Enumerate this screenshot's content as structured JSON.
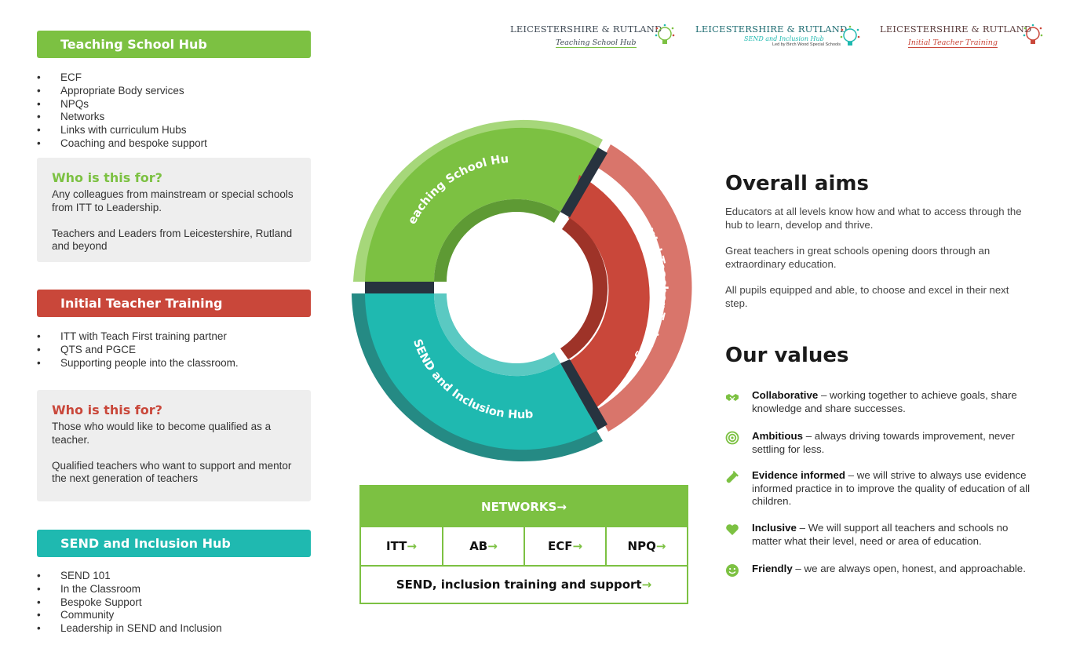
{
  "colors": {
    "green": "#7cc142",
    "red": "#c9473a",
    "teal": "#1fb9b0",
    "dark": "#27333f"
  },
  "left": {
    "tsh": {
      "title": "Teaching School Hub",
      "items": [
        "ECF",
        "Appropriate Body services",
        "NPQs",
        "Networks",
        "Links with curriculum Hubs",
        "Coaching and bespoke support"
      ],
      "who_title": "Who is this for?",
      "who_p1": "Any colleagues from mainstream or special schools from ITT to Leadership.",
      "who_p2": "Teachers and Leaders from Leicestershire, Rutland and beyond"
    },
    "itt": {
      "title": "Initial Teacher Training",
      "items": [
        "ITT with Teach First training partner",
        "QTS and PGCE",
        "Supporting people into the classroom."
      ],
      "who_title": "Who is this for?",
      "who_p1": "Those who would like to become qualified as a teacher.",
      "who_p2": "Qualified teachers who want to support and mentor the next generation of teachers"
    },
    "send": {
      "title": "SEND and Inclusion Hub",
      "items": [
        "SEND 101",
        "In the Classroom",
        "Bespoke Support",
        "Community",
        "Leadership in SEND and Inclusion"
      ]
    }
  },
  "logos": [
    {
      "line1": "LEICESTERSHIRE & RUTLAND",
      "line2": "Teaching School Hub"
    },
    {
      "line1": "LEICESTERSHIRE & RUTLAND",
      "line2": "SEND and Inclusion Hub",
      "line3": "Led by Birch Wood Special Schools"
    },
    {
      "line1": "LEICESTERSHIRE & RUTLAND",
      "line2": "Initial Teacher Training"
    }
  ],
  "ring": {
    "tsh": "Teaching School Hub",
    "itt": "Initial Teacher Training",
    "send": "SEND and Inclusion Hub"
  },
  "grid": {
    "networks": "NETWORKS",
    "cells": [
      "ITT",
      "AB",
      "ECF",
      "NPQ"
    ],
    "send": "SEND, inclusion training and support",
    "arrow": "→"
  },
  "aims": {
    "title": "Overall aims",
    "p1": "Educators at all levels know how and what to access through the hub to learn, develop and thrive.",
    "p2": "Great teachers in great schools opening doors through an extraordinary education.",
    "p3": "All pupils equipped and able, to choose and excel in their next step."
  },
  "values": {
    "title": "Our values",
    "items": [
      {
        "icon": "handshake-icon",
        "name": "Collaborative",
        "text": " – working together to achieve goals, share knowledge  and share successes."
      },
      {
        "icon": "target-icon",
        "name": "Ambitious",
        "text": " – always driving towards improvement, never settling for less."
      },
      {
        "icon": "test-tube-icon",
        "name": "Evidence informed",
        "text": " – we will strive to always use evidence informed practice in to improve the quality of education of all children."
      },
      {
        "icon": "heart-icon",
        "name": "Inclusive",
        "text": " – We will support all teachers and schools no matter what their level, need or area of education."
      },
      {
        "icon": "smiley-icon",
        "name": "Friendly",
        "text": " – we are always open, honest, and approachable."
      }
    ]
  }
}
